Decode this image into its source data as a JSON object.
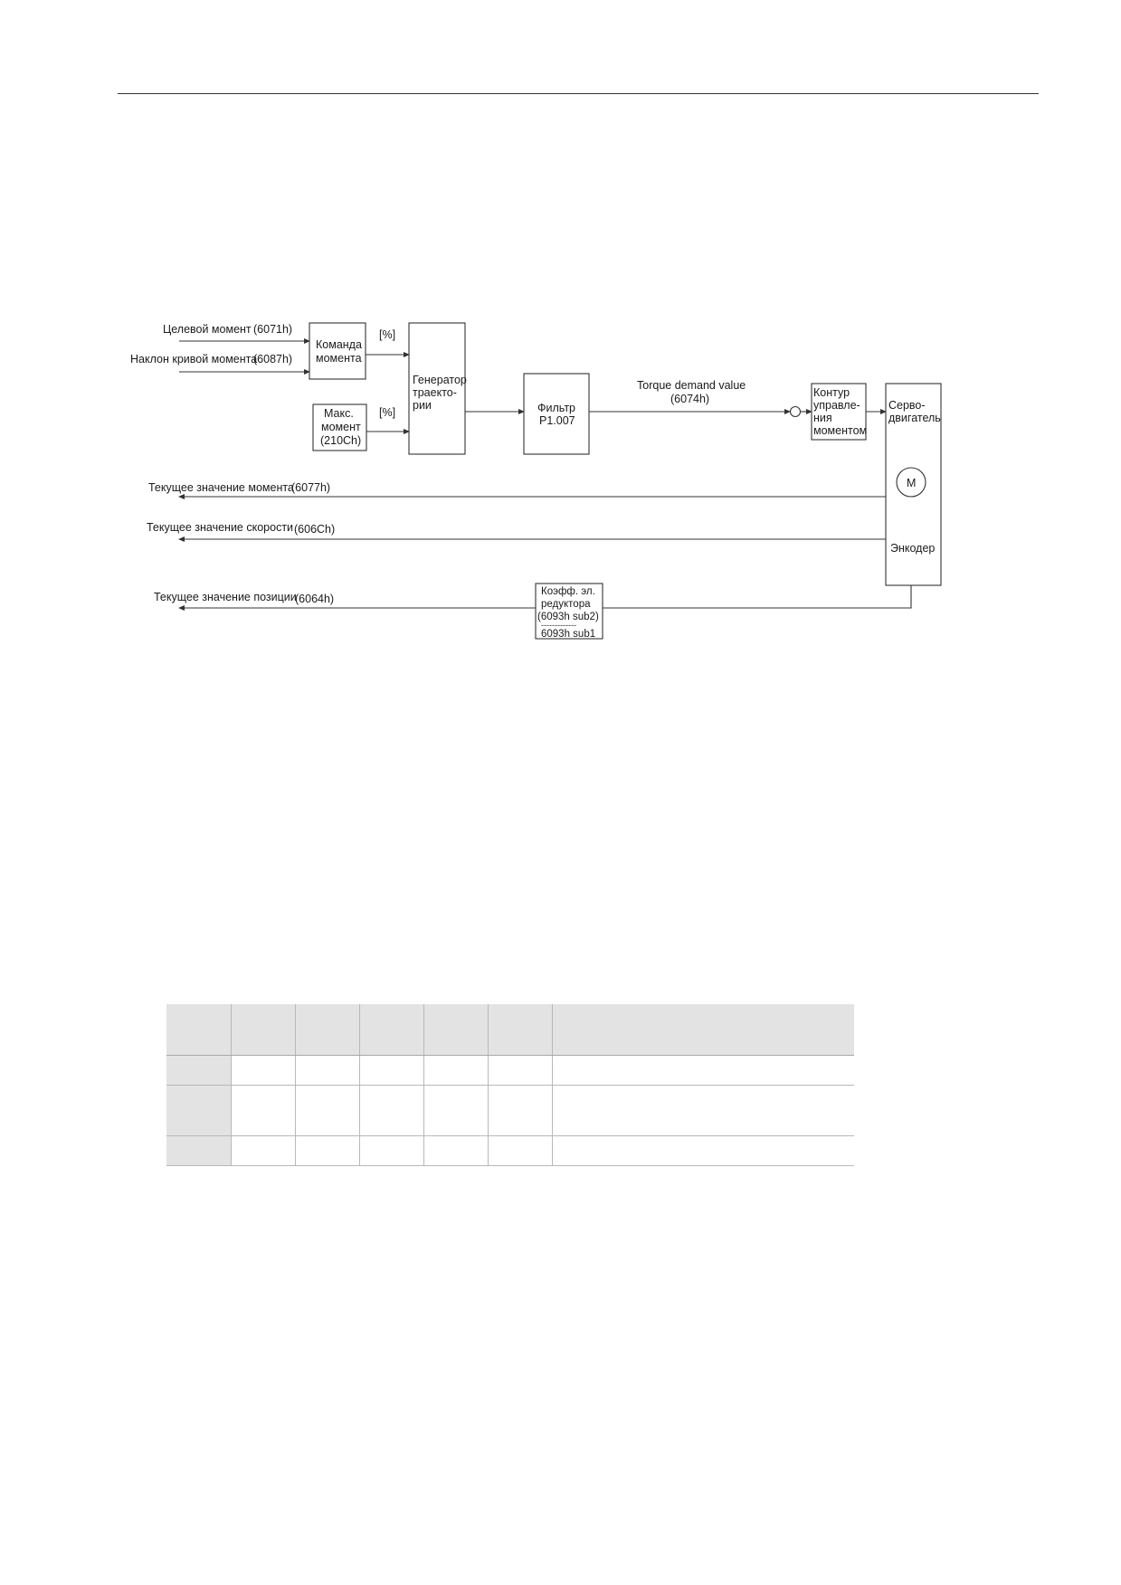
{
  "diagram": {
    "target_torque": "Целевой момент",
    "target_torque_code": "(6071h)",
    "torque_slope": "Наклон кривой момента",
    "torque_slope_code": "(6087h)",
    "torque_command_box": [
      "Команда",
      "момента"
    ],
    "max_torque_box": [
      "Макс.",
      "момент",
      "(210Ch)"
    ],
    "percent_unit": "[%]",
    "trajectory_box": [
      "Генератор",
      "траекто-",
      "рии"
    ],
    "filter_box": [
      "Фильтр",
      "P1.007"
    ],
    "torque_demand_label": "Torque demand value",
    "torque_demand_code": "(6074h)",
    "torque_loop_box": [
      "Контур",
      "управле-",
      "ния",
      "моментом"
    ],
    "servo_motor": [
      "Серво-",
      "двигатель"
    ],
    "motor_symbol": "M",
    "encoder": "Энкодер",
    "actual_torque": "Текущее значение момента",
    "actual_torque_code": "(6077h)",
    "actual_velocity": "Текущее значение скорости",
    "actual_velocity_code": "(606Ch)",
    "actual_position": "Текущее значение позиции",
    "actual_position_code": "(6064h)",
    "gear_ratio_box": [
      "Коэфф. эл.",
      "редуктора",
      "(6093h sub2)",
      "-------------",
      "6093h sub1"
    ]
  },
  "table": {
    "header": [
      "",
      "",
      "",
      "",
      "",
      "",
      ""
    ],
    "rows": [
      [
        "",
        "",
        "",
        "",
        "",
        "",
        ""
      ],
      [
        "",
        "",
        "",
        "",
        "",
        "",
        ""
      ],
      [
        "",
        "",
        "",
        "",
        "",
        "",
        ""
      ]
    ]
  }
}
